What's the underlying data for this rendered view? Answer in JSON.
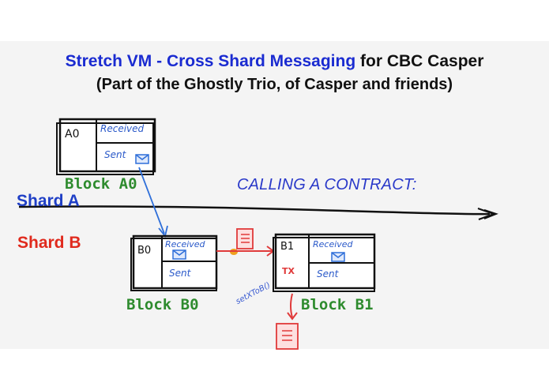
{
  "title_line1_part1": "Stretch VM - Cross Shard Messaging",
  "title_line1_part2": " for CBC Casper",
  "title_line2": "(Part of the Ghostly Trio, of Casper and friends)",
  "shard_a": "Shard A",
  "shard_b": "Shard B",
  "calling": "CALLING A CONTRACT:",
  "blocks": {
    "a0": {
      "id": "A0",
      "received": "Received",
      "sent": "Sent",
      "label": "Block A0"
    },
    "b0": {
      "id": "B0",
      "received": "Received",
      "sent": "Sent",
      "label": "Block B0"
    },
    "b1": {
      "id": "B1",
      "received": "Received",
      "sent": "Sent",
      "tx": "TX",
      "label": "Block B1"
    }
  },
  "call_label": "setXToB()",
  "colors": {
    "title_blue": "#1a2bd1",
    "shard_a": "#1f3fc6",
    "shard_b": "#e02a1d",
    "block_label": "#2e8b2e",
    "receipt": "#e03a3a",
    "envelope": "#2f6fd9"
  },
  "icons": [
    "envelope-icon",
    "receipt-icon",
    "arrow-icon"
  ]
}
